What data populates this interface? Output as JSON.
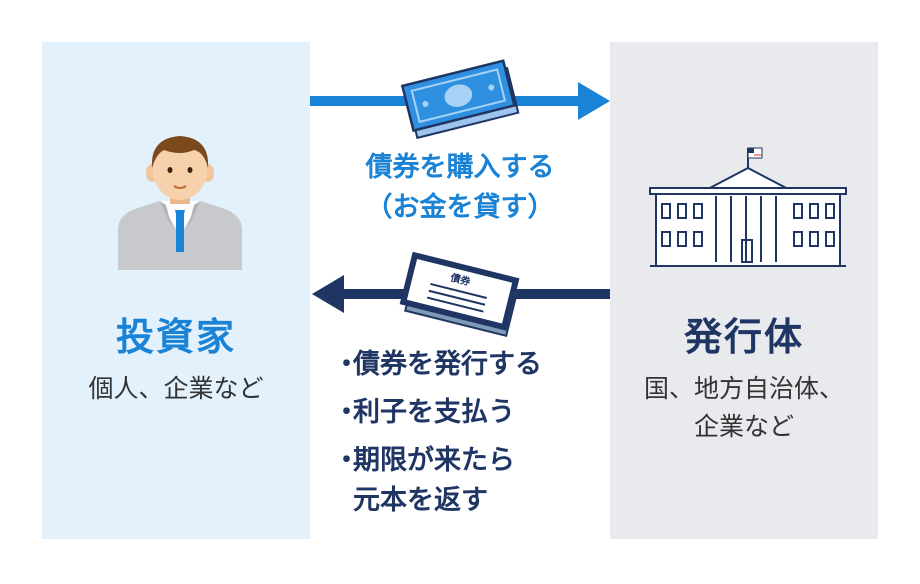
{
  "investor": {
    "title": "投資家",
    "subtitle": "個人、企業など"
  },
  "issuer": {
    "title": "発行体",
    "subtitle": "国、地方自治体、\n企業など"
  },
  "flow_to_issuer": {
    "label_line1": "債券を購入する",
    "label_line2": "（お金を貸す）"
  },
  "flow_to_investor": {
    "bond_label": "債券",
    "bullets": [
      "債券を発行する",
      "利子を支払う",
      "期限が来たら\n元本を返す"
    ]
  },
  "colors": {
    "accent_blue": "#1a83d6",
    "navy": "#1f3563",
    "investor_bg": "#e3f1fc",
    "issuer_bg": "#e8eaee"
  }
}
